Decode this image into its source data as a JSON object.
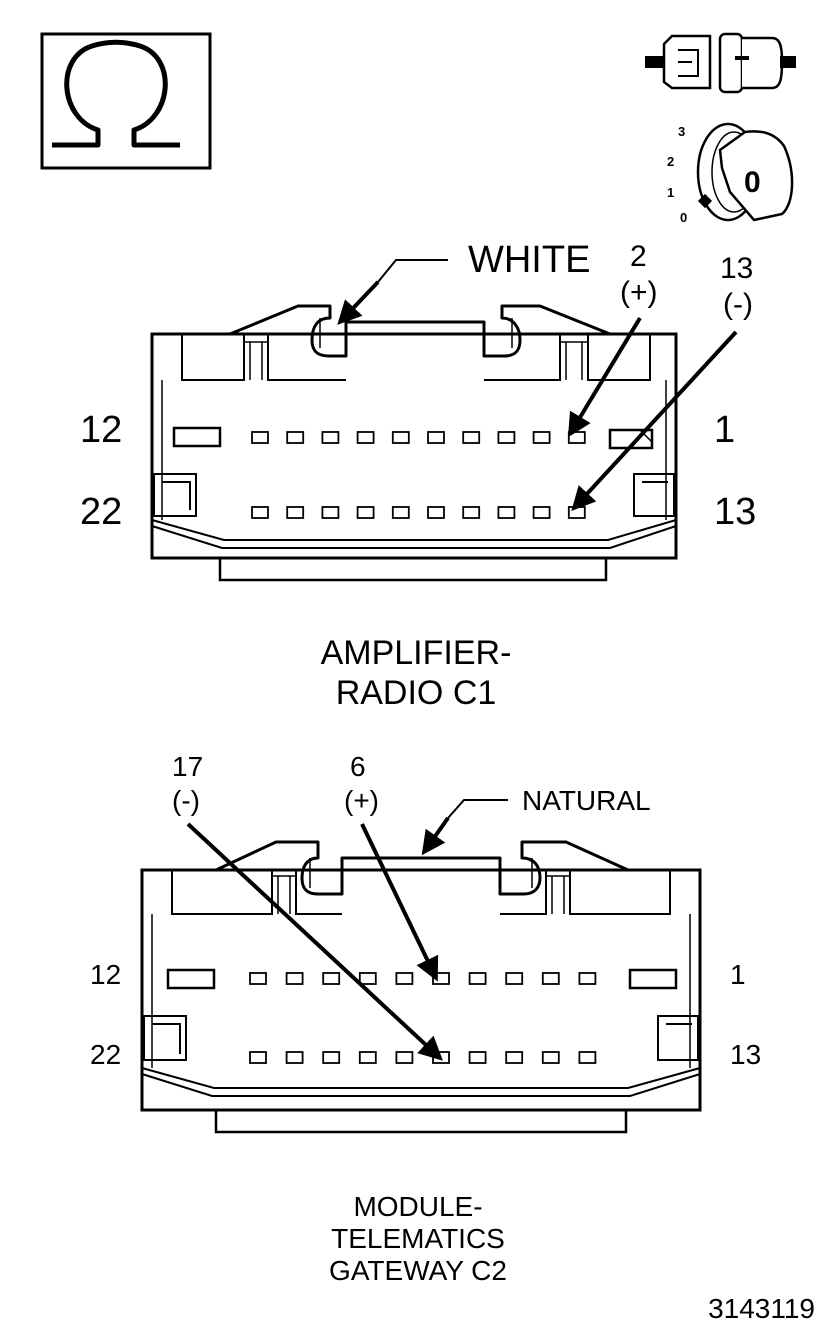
{
  "icons": {
    "ohm_symbol": "ohm-icon",
    "disconnect_connector": "connector-disconnected-icon",
    "ignition": {
      "positions": [
        "3",
        "2",
        "1",
        "0"
      ],
      "key_label": "0"
    }
  },
  "connector_c1": {
    "color_callout": "WHITE",
    "probe_positive": {
      "pin": "2",
      "polarity": "(+)"
    },
    "probe_negative": {
      "pin": "13",
      "polarity": "(-)"
    },
    "row_labels": {
      "top_left": "12",
      "top_right": "1",
      "bottom_left": "22",
      "bottom_right": "13"
    },
    "name_line1": "AMPLIFIER-",
    "name_line2": "RADIO C1"
  },
  "connector_c2": {
    "color_callout": "NATURAL",
    "probe_negative": {
      "pin": "17",
      "polarity": "(-)"
    },
    "probe_positive": {
      "pin": "6",
      "polarity": "(+)"
    },
    "row_labels": {
      "top_left": "12",
      "top_right": "1",
      "bottom_left": "22",
      "bottom_right": "13"
    },
    "name_line1": "MODULE-",
    "name_line2": "TELEMATICS",
    "name_line3": "GATEWAY C2"
  },
  "figure_number": "3143119"
}
